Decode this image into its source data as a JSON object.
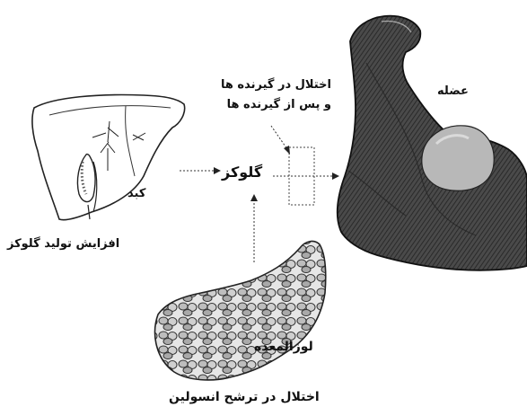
{
  "diagram": {
    "center": {
      "label": "گلوکز"
    },
    "liver": {
      "label": "کبد",
      "note": "افزایش تولید گلوکز"
    },
    "pancreas": {
      "label": "لوزالمعده",
      "note": "اختلال در ترشح انسولین"
    },
    "muscle": {
      "label": "عضله"
    },
    "receptor_defect": {
      "line1": "اختلال در گیرنده ها",
      "line2": "و پس از گیرنده ها"
    }
  },
  "colors": {
    "ink": "#111111",
    "paper": "#ffffff",
    "muscle_dark": "#3a3a3a",
    "muscle_mid": "#6e6e6e",
    "muscle_light": "#b8b8b8"
  }
}
